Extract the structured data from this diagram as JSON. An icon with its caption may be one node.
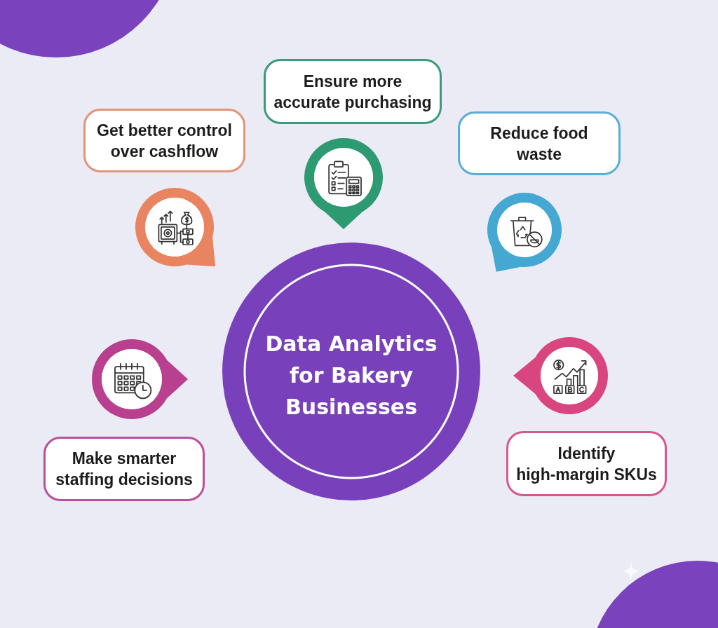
{
  "diagram": {
    "nodes": [
      {
        "text": [
          "Ensure more accurate purchasing"
        ]
      },
      {
        "text": [
          "Get better control over cashflow"
        ]
      },
      {
        "text": [
          "Reduce food waste"
        ]
      },
      {
        "text": [],
        "shape": "picture"
      },
      {
        "text": [],
        "shape": "picture"
      },
      {
        "text": [],
        "shape": "picture"
      },
      {
        "text": [
          "Data Analytics for Bakery Businesses"
        ]
      },
      {
        "text": [],
        "shape": "picture"
      },
      {
        "text": [],
        "shape": "picture"
      },
      {
        "text": [
          "Make smarter staffing decisions"
        ]
      },
      {
        "text": [
          "Identify high-margin SKUs"
        ]
      }
    ]
  }
}
